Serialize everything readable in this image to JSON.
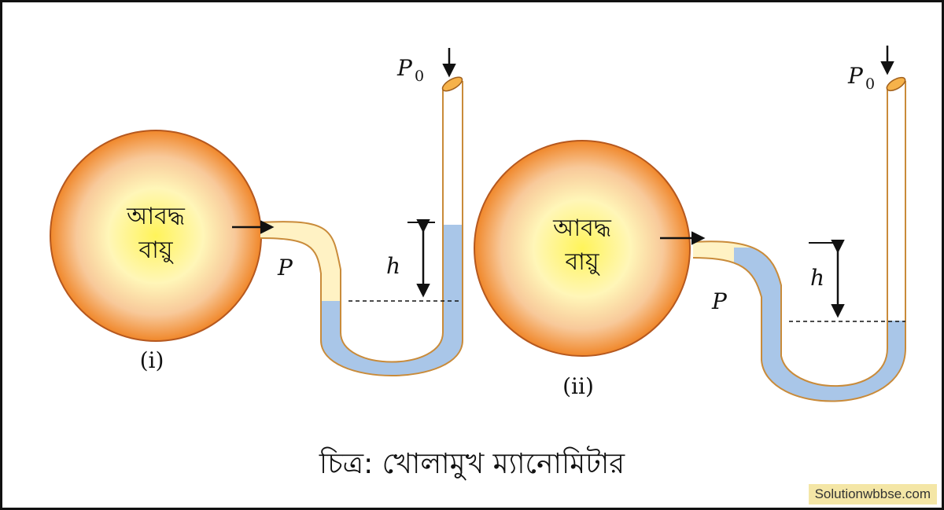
{
  "figure": {
    "left": {
      "vessel_label_line1": "আবদ্ধ",
      "vessel_label_line2": "বায়ু",
      "pressure_label": "P",
      "height_label": "h",
      "atm_label": "P",
      "atm_subscript": "0",
      "panel_label": "(i)"
    },
    "right": {
      "vessel_label_line1": "আবদ্ধ",
      "vessel_label_line2": "বায়ু",
      "pressure_label": "P",
      "height_label": "h",
      "atm_label": "P",
      "atm_subscript": "0",
      "panel_label": "(ii)"
    },
    "caption": "চিত্র: খোলামুখ ম্যানোমিটার",
    "watermark": "Solutionwbbse.com",
    "colors": {
      "liquid": "#a9c6e8",
      "tube_air": "#fff2c4",
      "vessel_center": "#fff45a",
      "vessel_edge": "#f0872a"
    }
  }
}
